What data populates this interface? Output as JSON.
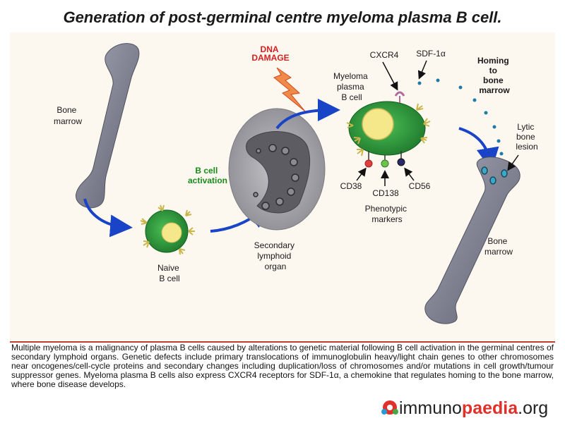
{
  "title": "Generation of post-germinal centre myeloma plasma B cell.",
  "labels": {
    "bone_marrow_left": [
      "Bone",
      "marrow"
    ],
    "naive_b_cell": [
      "Naive",
      "B cell"
    ],
    "b_cell_activation": [
      "B cell",
      "activation"
    ],
    "secondary_lymphoid_organ": [
      "Secondary",
      "lymphoid",
      "organ"
    ],
    "dna_damage": [
      "DNA",
      "DAMAGE"
    ],
    "myeloma_plasma_b_cell": [
      "Myeloma",
      "plasma",
      "B cell"
    ],
    "cxcr4": "CXCR4",
    "sdf1": "SDF-1α",
    "homing": [
      "Homing",
      "to",
      "bone",
      "marrow"
    ],
    "lytic_bone_lesion": [
      "Lytic",
      "bone",
      "lesion"
    ],
    "cd38": "CD38",
    "cd138": "CD138",
    "cd56": "CD56",
    "phenotypic_markers": [
      "Phenotypic",
      "markers"
    ],
    "bone_marrow_right": [
      "Bone",
      "marrow"
    ]
  },
  "caption": "Multiple myeloma is a malignancy of plasma B cells caused by alterations to genetic material following B cell activation in the germinal centres of secondary lymphoid organs. Genetic defects include primary translocations of immunoglobulin heavy/light chain genes to other chromosomes near oncogenes/cell-cycle proteins and secondary changes including duplication/loss of chromosomes and/or mutations in cell growth/tumour suppressor genes. Myeloma plasma B cells also express CXCR4 receptors for SDF-1α, a chemokine that regulates homing to the bone marrow, where bone disease develops.",
  "logo": {
    "part1": "immuno",
    "part2": "paedia",
    "part3": ".org"
  },
  "colors": {
    "bone": "#7d7f8f",
    "cell_green": "#2e9a3e",
    "nucleus_yellow": "#f4e88a",
    "arrow_blue": "#1a44c8",
    "accent_red": "#c83a2a",
    "organ_outer": "#a8a8ac",
    "organ_inner": "#606066"
  }
}
